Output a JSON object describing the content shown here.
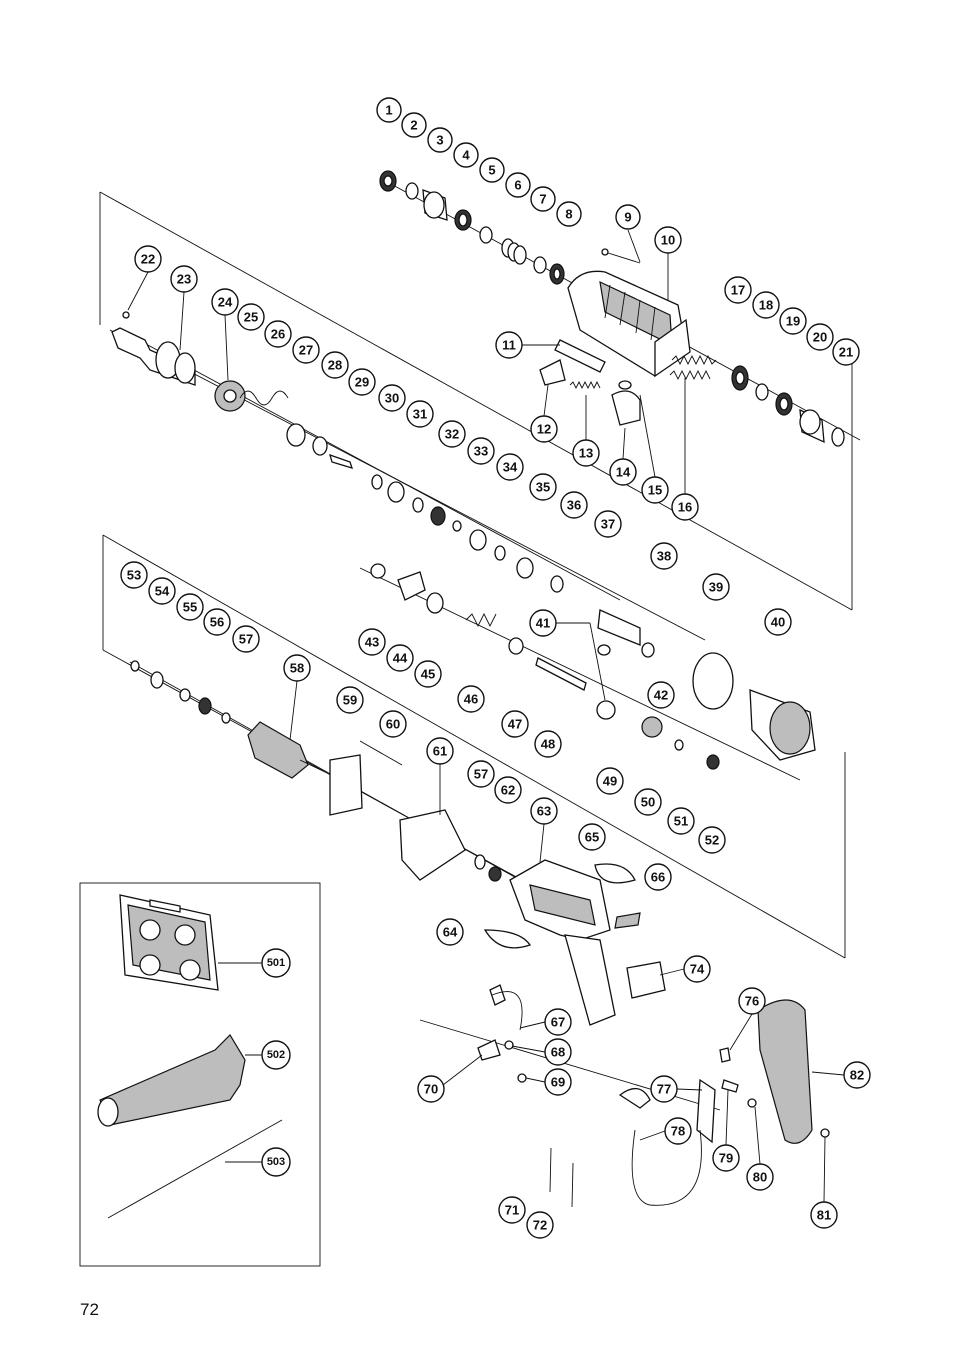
{
  "page": {
    "number": "72"
  },
  "callouts": {
    "c1": "1",
    "c2": "2",
    "c3": "3",
    "c4": "4",
    "c5": "5",
    "c6": "6",
    "c7": "7",
    "c8": "8",
    "c9": "9",
    "c10": "10",
    "c11": "11",
    "c12": "12",
    "c13": "13",
    "c14": "14",
    "c15": "15",
    "c16": "16",
    "c17": "17",
    "c18": "18",
    "c19": "19",
    "c20": "20",
    "c21": "21",
    "c22": "22",
    "c23": "23",
    "c24": "24",
    "c25": "25",
    "c26": "26",
    "c27": "27",
    "c28": "28",
    "c29": "29",
    "c30": "30",
    "c31": "31",
    "c32": "32",
    "c33": "33",
    "c34": "34",
    "c35": "35",
    "c36": "36",
    "c37": "37",
    "c38": "38",
    "c39": "39",
    "c40": "40",
    "c41": "41",
    "c42": "42",
    "c43": "43",
    "c44": "44",
    "c45": "45",
    "c46": "46",
    "c47": "47",
    "c48": "48",
    "c49": "49",
    "c50": "50",
    "c51": "51",
    "c52": "52",
    "c53": "53",
    "c54": "54",
    "c55": "55",
    "c56": "56",
    "c57": "57",
    "c57b": "57",
    "c58": "58",
    "c59": "59",
    "c60": "60",
    "c61": "61",
    "c62": "62",
    "c63": "63",
    "c64": "64",
    "c65": "65",
    "c66": "66",
    "c67": "67",
    "c68": "68",
    "c69": "69",
    "c70": "70",
    "c71": "71",
    "c72": "72",
    "c74": "74",
    "c76": "76",
    "c77": "77",
    "c78": "78",
    "c79": "79",
    "c80": "80",
    "c81": "81",
    "c82": "82",
    "c501": "501",
    "c502": "502",
    "c503": "503"
  }
}
